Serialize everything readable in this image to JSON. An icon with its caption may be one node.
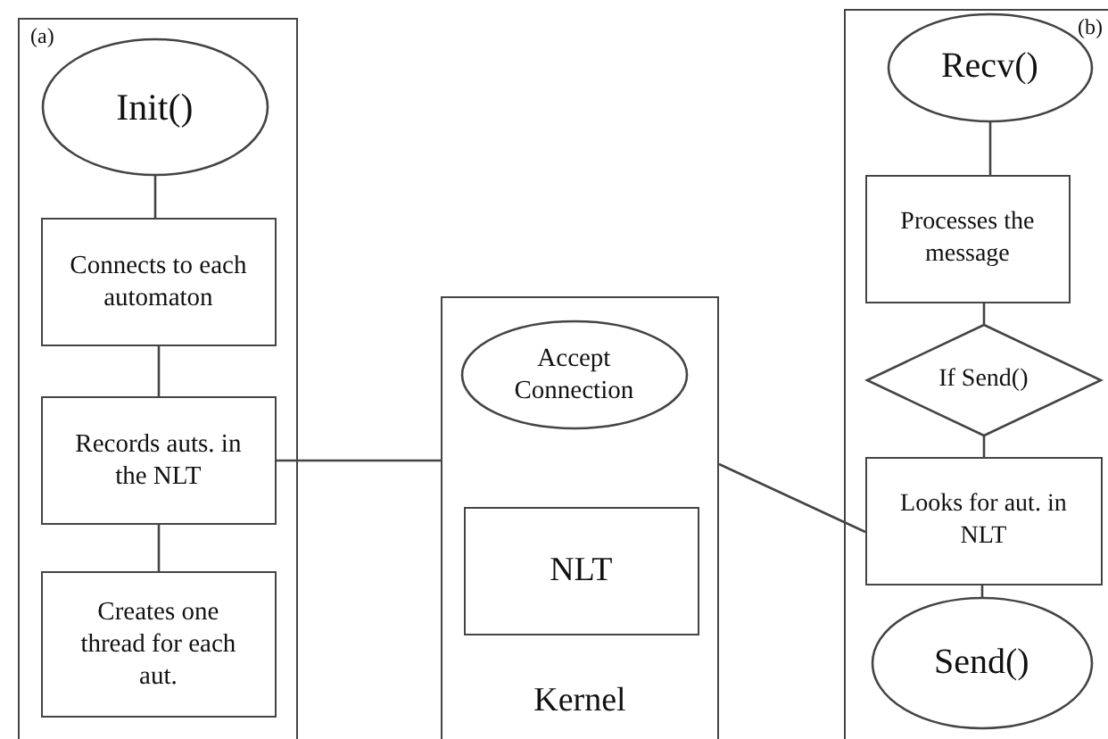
{
  "diagram": {
    "nodes": [
      {
        "text": [
          "(a)"
        ]
      },
      {
        "text": [
          "Init()"
        ],
        "in": 0
      },
      {
        "text": [
          "Connects to each automaton"
        ],
        "in": 0
      },
      {
        "text": [
          "Records auts. in the NLT"
        ],
        "in": 0
      },
      {
        "text": [
          "Creates one thread for each aut."
        ],
        "in": 0
      },
      {
        "text": [
          "Kernel"
        ]
      },
      {
        "text": [
          "Accept Connection"
        ],
        "in": 5
      },
      {
        "text": [
          "NLT"
        ],
        "in": 5
      },
      {
        "text": [
          "(b)"
        ]
      },
      {
        "text": [
          "Recv()"
        ],
        "in": 8
      },
      {
        "text": [
          "Processes the message"
        ],
        "in": 8
      },
      {
        "text": [
          "If Send()"
        ],
        "in": 8
      },
      {
        "text": [
          "Looks for aut. in NLT"
        ],
        "in": 8
      },
      {
        "text": [
          "Send()"
        ],
        "in": 8
      }
    ],
    "edges": [
      {
        "from": 1,
        "to": 2,
        "arrow": "none"
      },
      {
        "from": 2,
        "to": 3,
        "arrow": "none"
      },
      {
        "from": 3,
        "to": 4,
        "arrow": "none"
      },
      {
        "from": 3,
        "to": 5,
        "arrow": "none"
      },
      {
        "from": 5,
        "to": 12,
        "arrow": "none"
      },
      {
        "from": 9,
        "to": 10,
        "arrow": "none"
      },
      {
        "from": 10,
        "to": 11,
        "arrow": "none"
      },
      {
        "from": 11,
        "to": 12,
        "arrow": "none"
      },
      {
        "from": 12,
        "to": 13,
        "arrow": "none"
      }
    ]
  }
}
